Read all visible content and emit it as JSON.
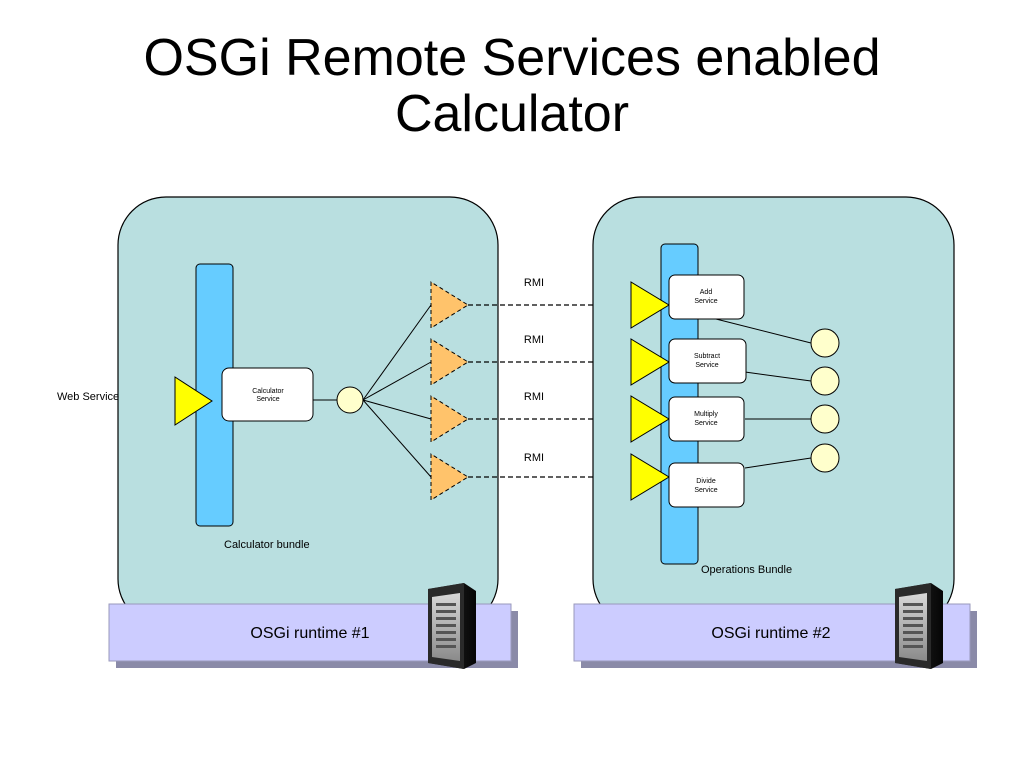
{
  "title": {
    "line1": "OSGi Remote Services enabled",
    "line2": "Calculator"
  },
  "left_side": {
    "web_service_label": "Web Service",
    "calculator_service": [
      "Calculator",
      "Service"
    ],
    "bundle_label": "Calculator bundle",
    "runtime_label": "OSGi runtime #1"
  },
  "right_side": {
    "services": [
      [
        "Add",
        "Service"
      ],
      [
        "Subtract",
        "Service"
      ],
      [
        "Multiply",
        "Service"
      ],
      [
        "Divide",
        "Service"
      ]
    ],
    "bundle_label": "Operations Bundle",
    "runtime_label": "OSGi runtime #2"
  },
  "connections": {
    "labels": [
      "RMI",
      "RMI",
      "RMI",
      "RMI"
    ]
  },
  "colors": {
    "container_fill": "#b9dfe0",
    "bundle_bar": "#66ccff",
    "service_triangle": "#ffff00",
    "proxy_triangle": "#ffc36b",
    "endpoint_circle": "#ffffcc",
    "runtime_bar": "#ccccff"
  },
  "icons": {
    "server": "server-tower-icon"
  }
}
